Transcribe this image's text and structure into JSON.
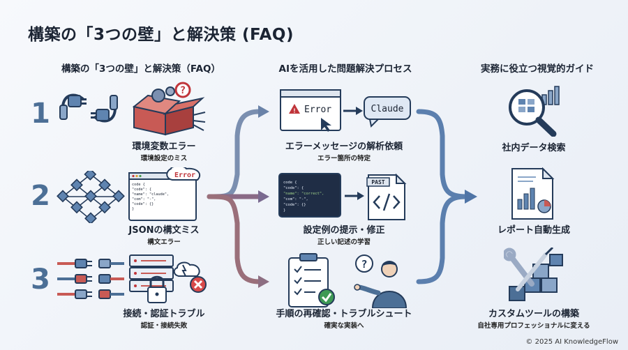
{
  "title": "構築の「3つの壁」と解決策 (FAQ)",
  "columns": {
    "left": "構築の「3つの壁」と解決策（FAQ）",
    "middle": "AIを活用した問題解決プロセス",
    "right": "実務に役立つ視覚的ガイド"
  },
  "problems": [
    {
      "number": "1",
      "label": "環境変数エラー",
      "sub": "環境設定のミス"
    },
    {
      "number": "2",
      "label": "JSONの構文ミス",
      "sub": "構文エラー"
    },
    {
      "number": "3",
      "label": "接続・認証トラブル",
      "sub": "認証・接続失敗"
    }
  ],
  "process": [
    {
      "label": "エラーメッセージの解析依頼",
      "sub": "エラー箇所の特定"
    },
    {
      "label": "設定例の提示・修正",
      "sub": "正しい記述の学習"
    },
    {
      "label": "手順の再確認・トラブルシュート",
      "sub": "確実な実装へ"
    }
  ],
  "guides": [
    {
      "label": "社内データ検索",
      "sub": ""
    },
    {
      "label": "レポート自動生成",
      "sub": ""
    },
    {
      "label": "カスタムツールの構築",
      "sub": "自社専用プロフェッショナルに変える"
    }
  ],
  "illustrations": {
    "error_word": "Error",
    "claude_word": "Claude",
    "paste_word": "PAST",
    "code_lines": [
      "code {",
      "  \"code\": {",
      "    \"name\": \"claude\",",
      "    \"com\": \"-\",",
      "  \"code\": {}",
      "}"
    ],
    "code_lines_fixed": [
      "code {",
      "  \"code\": {",
      "    \"name\": \"correct\",",
      "    \"com\": \"-\",",
      "  \"code\": {}",
      "}"
    ]
  },
  "footer": "© 2025 AI KnowledgeFlow",
  "colors": {
    "navy": "#243b5a",
    "steel": "#4c6f96",
    "red": "#c0353a",
    "arrow_left": "#8a6a86",
    "arrow_right": "#5b7fae"
  }
}
